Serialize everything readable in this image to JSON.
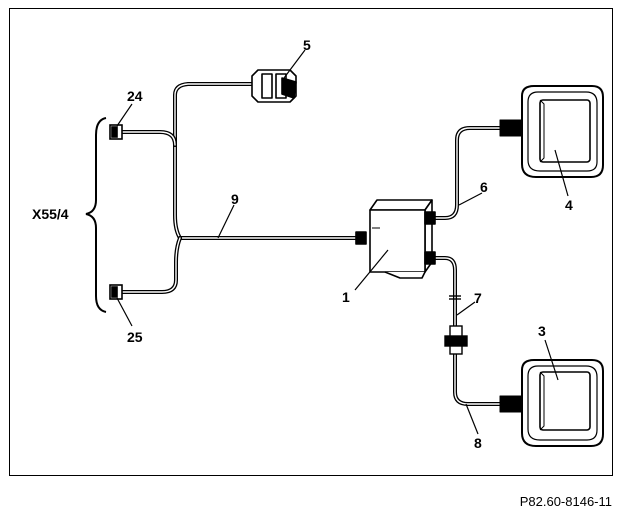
{
  "labels": {
    "l1": "1",
    "l3": "3",
    "l4": "4",
    "l5": "5",
    "l6": "6",
    "l7": "7",
    "l8": "8",
    "l9": "9",
    "l24": "24",
    "l25": "25",
    "group": "X55/4"
  },
  "reference": "P82.60-8146-11"
}
